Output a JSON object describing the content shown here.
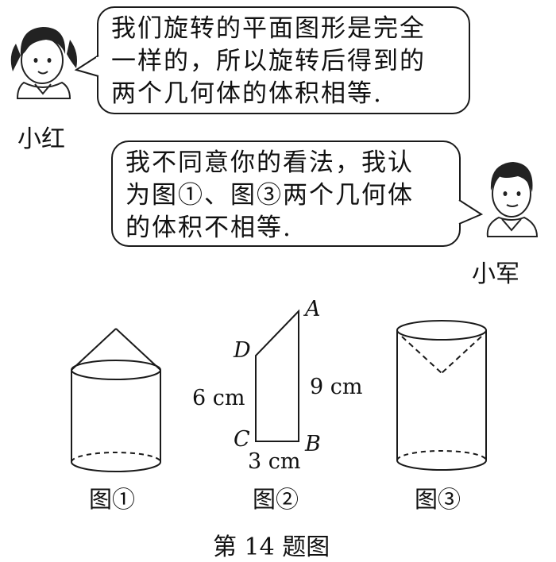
{
  "xiaohong": {
    "name": "小红",
    "speech_lines": [
      "我们旋转的平面图形是完全",
      "一样的，所以旋转后得到的",
      "两个几何体的体积相等."
    ]
  },
  "xiaojun": {
    "name": "小军",
    "speech_lines": [
      "我不同意你的看法，我认",
      "为图①、图③两个几何体",
      "的体积不相等."
    ]
  },
  "figures": {
    "fig1_caption": "图①",
    "fig2_caption": "图②",
    "fig3_caption": "图③"
  },
  "trapezoid": {
    "vertex_a": "A",
    "vertex_b": "B",
    "vertex_c": "C",
    "vertex_d": "D",
    "side_dc": "6 cm",
    "side_ab": "9 cm",
    "side_cb": "3 cm"
  },
  "caption": "第 14 题图"
}
